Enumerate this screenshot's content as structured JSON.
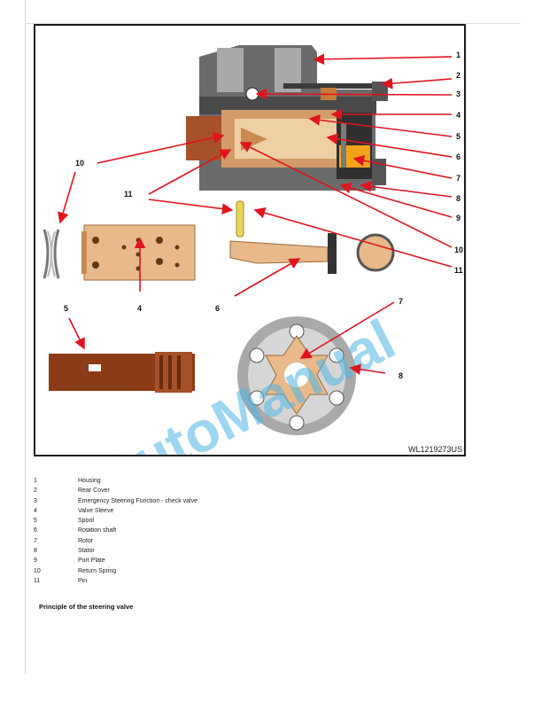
{
  "figure": {
    "code": "WL1219273US",
    "watermark": "AutoManual",
    "callouts": [
      "1",
      "2",
      "3",
      "4",
      "5",
      "6",
      "7",
      "8",
      "9",
      "10",
      "11",
      "10",
      "11",
      "4",
      "5",
      "6",
      "7",
      "8"
    ]
  },
  "legend": [
    {
      "num": "1",
      "label": "Housing"
    },
    {
      "num": "2",
      "label": "Rear Cover"
    },
    {
      "num": "3",
      "label": "Emergency Steering Function - check valve"
    },
    {
      "num": "4",
      "label": "Valve Sleeve"
    },
    {
      "num": "5",
      "label": "Spool"
    },
    {
      "num": "6",
      "label": "Rotation shaft"
    },
    {
      "num": "7",
      "label": "Rotor"
    },
    {
      "num": "8",
      "label": "Stator"
    },
    {
      "num": "9",
      "label": "Port Plate"
    },
    {
      "num": "10",
      "label": "Return Spring"
    },
    {
      "num": "11",
      "label": "Pin"
    }
  ],
  "section_heading": "Principle of the steering valve",
  "colors": {
    "arrow": "#e0141e",
    "watermark": "#4fb6e6",
    "housing": "#4a4a4a",
    "copper": "#a6512a",
    "tan": "#e8b98a",
    "gold": "#e9b21f"
  }
}
